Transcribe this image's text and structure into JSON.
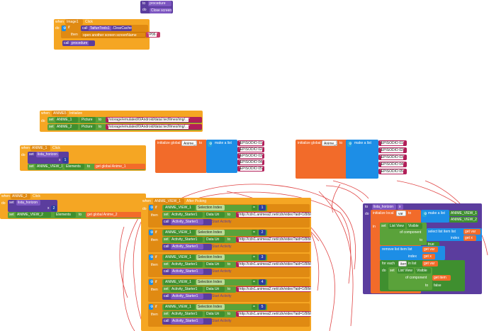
{
  "top": {
    "proc_to": "to",
    "proc_name": "procedure",
    "proc_do": "do",
    "proc_body": "Close screen"
  },
  "image1": {
    "when": "when",
    "comp": "Image1",
    "event": "Click",
    "do": "do",
    "if": "if",
    "call": "call",
    "taifun": "TaifunTools1",
    "clear": ".ClearCache",
    "then": "then",
    "open": "open another screen  screenName",
    "screen_val": "P06",
    "call2": "call",
    "proc": "procedure"
  },
  "anime_init": {
    "when": "when",
    "comp": "ANIME5",
    "event": "Initialize",
    "do": "do",
    "rows": [
      {
        "set": "set",
        "comp": "ANIME_1",
        "prop": "Picture",
        "to": "to",
        "val": "/storage/emulated/0/Android/data/.tecfilmes/img/..."
      },
      {
        "set": "set",
        "comp": "ANIME_2",
        "prop": "Picture",
        "to": "to",
        "val": "/storage/emulated/0/Android/data/.tecfilmes/img/..."
      }
    ]
  },
  "anime1_click": {
    "when": "when",
    "comp": "ANIME_1",
    "event": "Click",
    "do": "do",
    "set": "set",
    "lista": "lista_horizon",
    "x": "x",
    "num": "1",
    "set2": "set",
    "view": "ANIME_VIEW_1",
    "elements": "Elements",
    "to": "to",
    "get": "get",
    "global": "global Anime_1"
  },
  "anime2_click": {
    "when": "when",
    "comp": "ANIME_2",
    "event": "Click",
    "do": "do",
    "set": "set",
    "lista": "lista_horizon",
    "x": "x",
    "num": "2",
    "set2": "set",
    "view": "ANIME_VIEW_2",
    "elements": "Elements",
    "to": "to",
    "get": "get",
    "global": "global Anime_2"
  },
  "global1": {
    "init": "initialize global",
    "name": "Anime_1",
    "to": "to",
    "make": "make a list",
    "items": [
      "EPISODIO 01",
      "EPISODIO 02",
      "EPISODIO 03",
      "EPISODIO 04",
      "EPISODIO 05"
    ]
  },
  "global2": {
    "init": "initialize global",
    "name": "Anime_2",
    "to": "to",
    "make": "make a list",
    "items": [
      "EPISODIO 01",
      "EPISODIO 02",
      "EPISODIO 03",
      "EPISODIO 04",
      "EPISODIO 05"
    ]
  },
  "after_picking": {
    "when": "when",
    "comp": "ANIME_VIEW_1",
    "event": "After Picking",
    "do": "do",
    "branches": [
      {
        "label": "if",
        "comp": "ANIME_VIEW_1",
        "prop": "Selection Index",
        "op": "=",
        "num": "1",
        "then": "then",
        "set": "set",
        "act": "Activity_Starter1",
        "data": "Data Uri",
        "to": "to",
        "url": "http://cdn1.animeai2.net/cdn/video?aid=1/8/blue-...",
        "call": "call",
        "start": "Start Activity"
      },
      {
        "label": "if",
        "comp": "ANIME_VIEW_1",
        "prop": "Selection Index",
        "op": "=",
        "num": "2",
        "then": "then",
        "set": "set",
        "act": "Activity_Starter1",
        "data": "Data Uri",
        "to": "to",
        "url": "http://cdn1.animeai2.net/cdn/video?aid=1/8/blue-...",
        "call": "call",
        "start": "Start Activity"
      },
      {
        "label": "if",
        "comp": "ANIME_VIEW_1",
        "prop": "Selection Index",
        "op": "=",
        "num": "3",
        "then": "then",
        "set": "set",
        "act": "Activity_Starter1",
        "data": "Data Uri",
        "to": "to",
        "url": "http://cdn1.animeai2.net/cdn/video?aid=1/8/blue-...",
        "call": "call",
        "start": "Start Activity"
      },
      {
        "label": "if",
        "comp": "ANIME_VIEW_1",
        "prop": "Selection Index",
        "op": "=",
        "num": "4",
        "then": "then",
        "set": "set",
        "act": "Activity_Starter1",
        "data": "Data Uri",
        "to": "to",
        "url": "http://cdn1.animeai2.net/cdn/video?aid=1/8/blue-...",
        "call": "call",
        "start": "Start Activity"
      },
      {
        "label": "if",
        "comp": "ANIME_VIEW_1",
        "prop": "Selection Index",
        "op": "=",
        "num": "5",
        "then": "then",
        "set": "set",
        "act": "Activity_Starter1",
        "data": "Data Uri",
        "to": "to",
        "url": "http://cdn1.animeai2.net/cdn/video?aid=1/8/blue-...",
        "call": "call",
        "start": "Start Activity"
      }
    ]
  },
  "lista_proc": {
    "to": "to",
    "name": "lista_horizon",
    "x": "x",
    "do": "do",
    "init_local": "initialize local",
    "var": "var",
    "to2": "to",
    "make": "make a list",
    "v1": "ANIME_VIEW_1",
    "v2": "ANIME_VIEW_2",
    "in": "in",
    "set": "set",
    "listview": "List View",
    "visible": "Visible",
    "of_comp": "of component",
    "select": "select list item  list",
    "get": "get",
    "getvar": "var",
    "index": "index",
    "getx": "x",
    "to3": "to",
    "true": "true",
    "remove": "remove list item  list",
    "getvar2": "var",
    "index2": "index",
    "getx2": "x",
    "foreach": "for each",
    "item": "item",
    "inlist": "in list",
    "getvar3": "var",
    "do2": "do",
    "set2": "set",
    "listview2": "List View",
    "visible2": "Visible",
    "of_comp2": "of component",
    "get_item": "item",
    "to4": "to",
    "false": "false"
  }
}
